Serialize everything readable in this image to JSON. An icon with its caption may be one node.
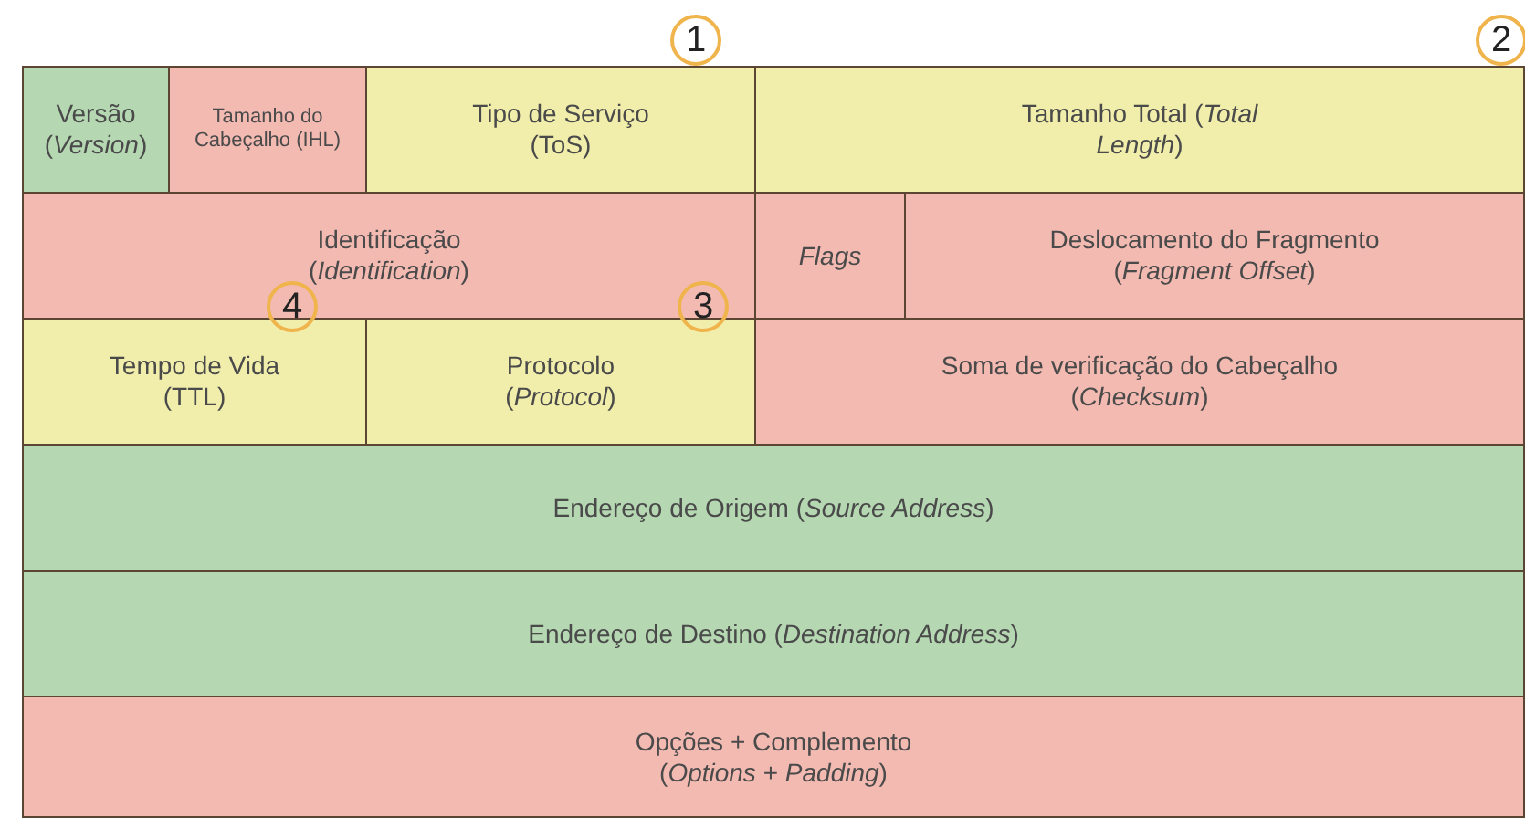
{
  "diagram": {
    "nodes": [
      {
        "text": [
          "Versão (*Version*)"
        ]
      },
      {
        "text": [
          "Tamanho do Cabeçalho (IHL)"
        ]
      },
      {
        "text": [
          "Tipo de Serviço (ToS)"
        ]
      },
      {
        "text": [
          "Tamanho Total (*Total Length*)"
        ]
      },
      {
        "text": [
          "Identificação (*Identification*)"
        ]
      },
      {
        "text": [
          "Flags"
        ]
      },
      {
        "text": [
          "Deslocamento do Fragmento (*Fragment Offset*)"
        ]
      },
      {
        "text": [
          "Tempo de Vida (TTL)"
        ]
      },
      {
        "text": [
          "Protocolo (*Protocol*)"
        ]
      },
      {
        "text": [
          "Soma de verificação do Cabeçalho (*Checksum*)"
        ]
      },
      {
        "text": [
          "Endereço de Origem (*Source Address*)"
        ]
      },
      {
        "text": [
          "Endereço de Destino (*Destination Address*)"
        ]
      },
      {
        "text": [
          "Opções + Complemento (*Options* + *Padding*)"
        ]
      }
    ],
    "labels": [
      "1",
      "2",
      "3",
      "4"
    ]
  }
}
